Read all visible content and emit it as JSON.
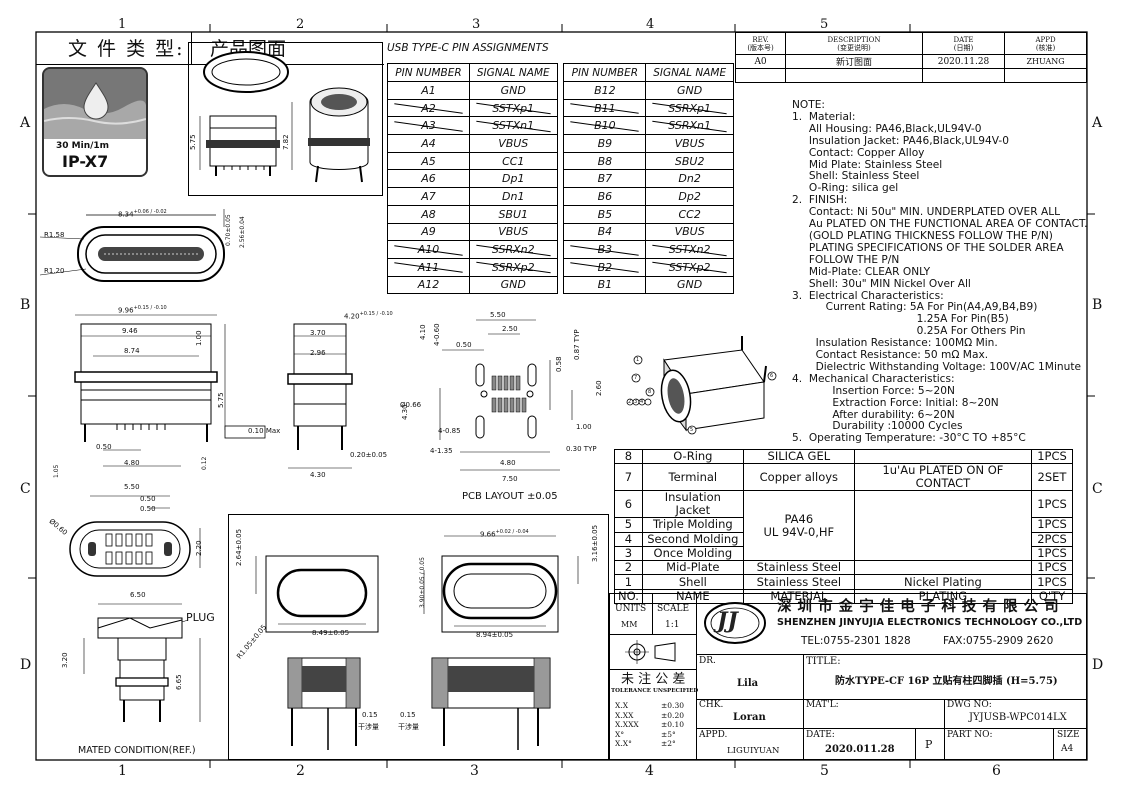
{
  "header": {
    "doc_type_label": "文 件 类 型:",
    "doc_type_value": "产品图面"
  },
  "grid": {
    "columns": [
      "1",
      "2",
      "3",
      "4",
      "5",
      "6"
    ],
    "rows": [
      "A",
      "B",
      "C",
      "D"
    ]
  },
  "badge": {
    "spec": "30 Min/1m",
    "rating": "IP-X7"
  },
  "pin_table": {
    "title": "USB TYPE-C PIN ASSIGNMENTS",
    "headers": [
      "PIN NUMBER",
      "SIGNAL NAME",
      "PIN NUMBER",
      "SIGNAL NAME"
    ],
    "rows": [
      {
        "pin_a": "A1",
        "sig_a": "GND",
        "pin_b": "B12",
        "sig_b": "GND",
        "x_a": false,
        "x_b": false
      },
      {
        "pin_a": "A2",
        "sig_a": "SSTXp1",
        "pin_b": "B11",
        "sig_b": "SSRXp1",
        "x_a": true,
        "x_b": true
      },
      {
        "pin_a": "A3",
        "sig_a": "SSTXn1",
        "pin_b": "B10",
        "sig_b": "SSRXn1",
        "x_a": true,
        "x_b": true
      },
      {
        "pin_a": "A4",
        "sig_a": "VBUS",
        "pin_b": "B9",
        "sig_b": "VBUS",
        "x_a": false,
        "x_b": false
      },
      {
        "pin_a": "A5",
        "sig_a": "CC1",
        "pin_b": "B8",
        "sig_b": "SBU2",
        "x_a": false,
        "x_b": false
      },
      {
        "pin_a": "A6",
        "sig_a": "Dp1",
        "pin_b": "B7",
        "sig_b": "Dn2",
        "x_a": false,
        "x_b": false
      },
      {
        "pin_a": "A7",
        "sig_a": "Dn1",
        "pin_b": "B6",
        "sig_b": "Dp2",
        "x_a": false,
        "x_b": false
      },
      {
        "pin_a": "A8",
        "sig_a": "SBU1",
        "pin_b": "B5",
        "sig_b": "CC2",
        "x_a": false,
        "x_b": false
      },
      {
        "pin_a": "A9",
        "sig_a": "VBUS",
        "pin_b": "B4",
        "sig_b": "VBUS",
        "x_a": false,
        "x_b": false
      },
      {
        "pin_a": "A10",
        "sig_a": "SSRXn2",
        "pin_b": "B3",
        "sig_b": "SSTXn2",
        "x_a": true,
        "x_b": true
      },
      {
        "pin_a": "A11",
        "sig_a": "SSRXp2",
        "pin_b": "B2",
        "sig_b": "SSTXp2",
        "x_a": true,
        "x_b": true
      },
      {
        "pin_a": "A12",
        "sig_a": "GND",
        "pin_b": "B1",
        "sig_b": "GND",
        "x_a": false,
        "x_b": false
      }
    ]
  },
  "revision": {
    "headers": [
      {
        "en": "REV.",
        "zh": "(版本号)"
      },
      {
        "en": "DESCRIPTION",
        "zh": "(变更说明)"
      },
      {
        "en": "DATE",
        "zh": "(日期)"
      },
      {
        "en": "APPD",
        "zh": "(核准)"
      }
    ],
    "row": {
      "rev": "A0",
      "desc": "新订图面",
      "date": "2020.11.28",
      "appd": "ZHUANG"
    }
  },
  "notes": {
    "lines": [
      "NOTE:",
      "1.  Material:",
      "     All Housing: PA46,Black,UL94V-0",
      "     Insulation Jacket: PA46,Black,UL94V-0",
      "     Contact: Copper Alloy",
      "     Mid Plate: Stainless Steel",
      "     Shell: Stainless Steel",
      "     O-Ring: silica gel",
      "2.  FINISH:",
      "     Contact: Ni 50u\" MIN. UNDERPLATED OVER ALL",
      "     Au PLATED ON THE FUNCTIONAL AREA OF CONTACT.",
      "     (GOLD PLATING THICKNESS FOLLOW THE P/N)",
      "     PLATING SPECIFICATIONS OF THE SOLDER AREA",
      "     FOLLOW THE P/N",
      "     Mid-Plate: CLEAR ONLY",
      "     Shell: 30u\" MIN Nickel Over All",
      "3.  Electrical Characteristics:",
      "          Current Rating: 5A For Pin(A4,A9,B4,B9)",
      "                                     1.25A For Pin(B5)",
      "                                     0.25A For Others Pin",
      "       Insulation Resistance: 100MΩ Min.",
      "       Contact Resistance: 50 mΩ Max.",
      "       Dielectric Withstanding Voltage: 100V/AC 1Minute",
      "4.  Mechanical Characteristics:",
      "            Insertion Force: 5~20N",
      "            Extraction Force: Initial: 8~20N",
      "            After durability: 6~20N",
      "            Durability :10000 Cycles",
      "5.  Operating Temperature: -30°C TO +85°C"
    ]
  },
  "bom": {
    "headers": [
      "NO.",
      "NAME",
      "MATERIAL",
      "PLATING",
      "Q'TY"
    ],
    "rows": [
      {
        "no": "8",
        "name": "O-Ring",
        "material": "SILICA GEL",
        "plating": "",
        "qty": "1PCS"
      },
      {
        "no": "7",
        "name": "Terminal",
        "material": "Copper alloys",
        "plating": "1u'Au PLATED ON   OF CONTACT",
        "qty": "2SET"
      },
      {
        "no": "6",
        "name": "Insulation Jacket",
        "material": "",
        "plating": "",
        "qty": "1PCS"
      },
      {
        "no": "5",
        "name": "Triple Molding",
        "material": "",
        "plating": "",
        "qty": "1PCS"
      },
      {
        "no": "4",
        "name": "Second Molding",
        "material": "",
        "plating": "",
        "qty": "2PCS"
      },
      {
        "no": "3",
        "name": "Once Molding",
        "material": "",
        "plating": "",
        "qty": "1PCS"
      },
      {
        "no": "2",
        "name": "Mid-Plate",
        "material": "Stainless Steel",
        "plating": "",
        "qty": "1PCS"
      },
      {
        "no": "1",
        "name": "Shell",
        "material": "Stainless Steel",
        "plating": "Nickel Plating",
        "qty": "1PCS"
      }
    ],
    "merged_material_line1": "PA46",
    "merged_material_line2": "UL 94V-0,HF"
  },
  "title_block": {
    "units_label": "UNITS",
    "units_value": "MM",
    "scale_label": "SCALE",
    "scale_value": "1:1",
    "company_zh": "深 圳 市 金 宇 佳 电 子 科 技 有 限 公 司",
    "company_en": "SHENZHEN JINYUJIA ELECTRONICS TECHNOLOGY CO.,LTD",
    "tel": "TEL:0755-2301 1828",
    "fax": "FAX:0755-2909 2620",
    "logo_text": "JJ",
    "tolerance_zh": "未 注 公 差",
    "tolerance_en": "TOLERANCE UNSPECIFIED",
    "tolerances": [
      {
        "k": "X.X",
        "v": "±0.30"
      },
      {
        "k": "X.XX",
        "v": "±0.20"
      },
      {
        "k": "X.XXX",
        "v": "±0.10"
      },
      {
        "k": "X°",
        "v": "±5°"
      },
      {
        "k": "X.X°",
        "v": "±2°"
      }
    ],
    "dr_label": "DR.",
    "dr_value": "Lila",
    "chk_label": "CHK.",
    "chk_value": "Loran",
    "appd_label": "APPD.",
    "appd_value": "LIGUIYUAN",
    "title_label": "TITLE:",
    "title_value": "防水TYPE-CF 16P 立贴有柱四脚插 (H=5.75)",
    "matl_label": "MAT'L:",
    "dwg_label": "DWG NO:",
    "dwg_value": "JYJUSB-WPC014LX",
    "date_label": "DATE:",
    "date_value": "2020.011.28",
    "p_label": "P",
    "part_label": "PART NO:",
    "size_label": "SIZE",
    "size_value": "A4"
  },
  "dims": {
    "top_view": [
      "8.34",
      "+0.06 / -0.02",
      "0.70±0.05",
      "2.56±0.04",
      "R1.58",
      "R1.20"
    ],
    "iso_dims": [
      "5.75",
      "7.82"
    ],
    "front_view": [
      "9.96",
      "+0.15 / -0.10",
      "9.46",
      "8.74",
      "1.00",
      "5.75",
      "0.10",
      "Max",
      "0.50",
      "4.80",
      "0.12",
      "1.05"
    ],
    "side_view": [
      "4.20",
      "+0.15 / -0.10",
      "3.70",
      "2.96",
      "0.20±0.05",
      "4.30"
    ],
    "pcb": [
      "5.50",
      "2.50",
      "4.10",
      "4-0.60",
      "0.50",
      "0.87 TYP",
      "0.58",
      "Ø0.66",
      "4.30",
      "4-0.85",
      "4-1.35",
      "2.60",
      "1.00",
      "0.30 TYP",
      "4.80",
      "7.50"
    ],
    "pcb_caption": "PCB LAYOUT ±0.05",
    "bottom_view": [
      "5.50",
      "0.50",
      "0.50",
      "Ø0.60",
      "2.20"
    ],
    "plug_view": [
      "6.50",
      "PLUG",
      "3.20",
      "6.65",
      "MATED CONDITION(REF.)"
    ],
    "panel": [
      "2.64±0.05",
      "9.66",
      "+0.02 / -0.04",
      "3.16±0.05",
      "3.90±0.05 / 0.05",
      "R1.05±0.05",
      "8.49±0.05",
      "8.94±0.05",
      "0.15",
      "干涉量",
      "0.15",
      "干涉量"
    ],
    "balloons": [
      "1",
      "2",
      "3",
      "4",
      "5",
      "6",
      "7",
      "8"
    ]
  }
}
